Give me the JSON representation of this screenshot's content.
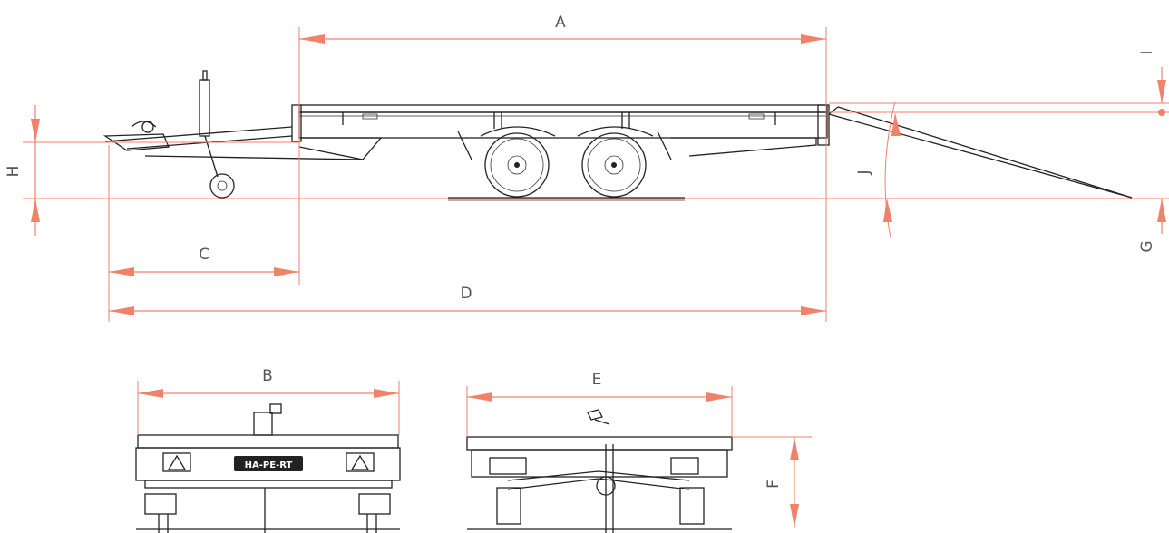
{
  "dimensions": {
    "A": "A",
    "B": "B",
    "C": "C",
    "D": "D",
    "E": "E",
    "F": "F",
    "G": "G",
    "H": "H",
    "I": "I",
    "J": "J"
  },
  "plate": "HA-PE-RT",
  "colors": {
    "dimension": "#f0826a",
    "ink": "#222222",
    "label": "#555555"
  }
}
